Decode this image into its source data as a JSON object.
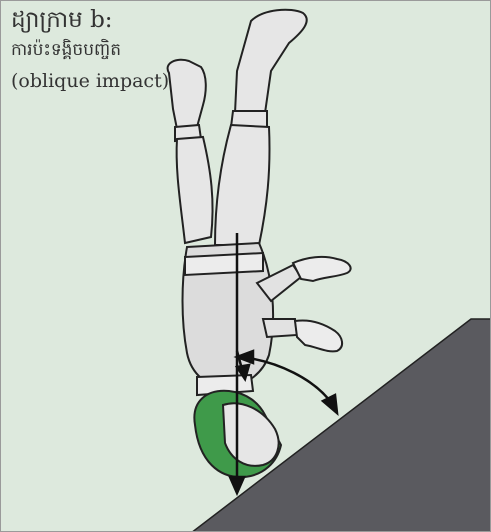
{
  "figure": {
    "title": "ដ្យាក្រាម b:",
    "subtitle_khmer": "ការប៉ះទង្គិចបញ្ចិត",
    "subtitle_english": "(oblique impact)"
  },
  "colors": {
    "background": "#dde9dd",
    "slope": "#5a5a5f",
    "helmet": "#3f9a4a",
    "suit": "#e6e6e6",
    "outline": "#222222"
  }
}
